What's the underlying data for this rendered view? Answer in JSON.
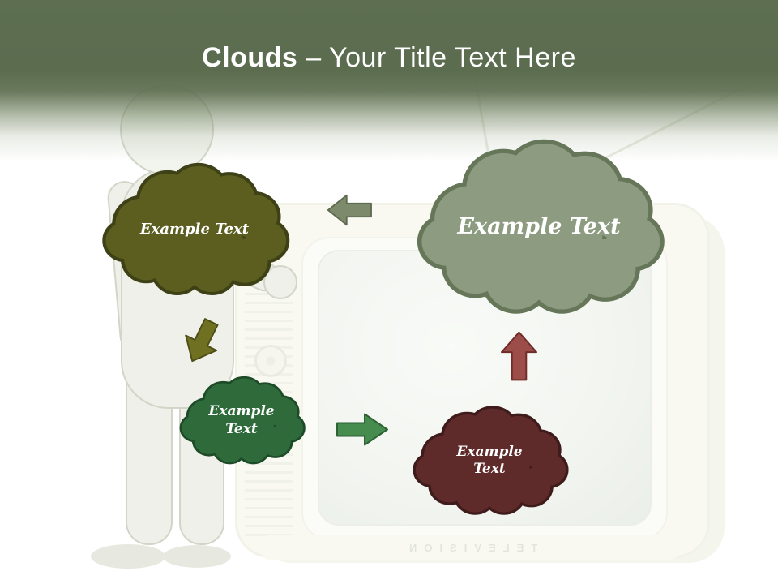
{
  "slide": {
    "title": {
      "bold": "Clouds",
      "rest": "– Your Title Text Here"
    },
    "header_color": "#5d6e51",
    "background_label": "TELEVISION"
  },
  "clouds": [
    {
      "name": "olive-cloud",
      "label": "Example Text",
      "fill": "#5b5e1f",
      "border": "#3e4015",
      "text_color": "#ffffff"
    },
    {
      "name": "sage-cloud",
      "label": "Example Text",
      "fill": "#8d9c80",
      "border": "#667658",
      "text_color": "#ffffff"
    },
    {
      "name": "dark-green-cloud",
      "label": "Example Text",
      "fill": "#2f6b3a",
      "border": "#1d4a27",
      "text_color": "#ffffff"
    },
    {
      "name": "maroon-cloud",
      "label": "Example Text",
      "fill": "#5f2b2a",
      "border": "#3f1c1b",
      "text_color": "#ffffff"
    }
  ],
  "arrows": [
    {
      "name": "left-arrow",
      "direction": "left",
      "fill": "#7d8a6c",
      "stroke": "#5d6a4e"
    },
    {
      "name": "down-arrow",
      "direction": "down-right",
      "fill": "#6f7022",
      "stroke": "#4d4e16"
    },
    {
      "name": "right-arrow",
      "direction": "right",
      "fill": "#468c4e",
      "stroke": "#2f6136"
    },
    {
      "name": "up-arrow",
      "direction": "up",
      "fill": "#9d4d49",
      "stroke": "#6f2c2a"
    }
  ]
}
